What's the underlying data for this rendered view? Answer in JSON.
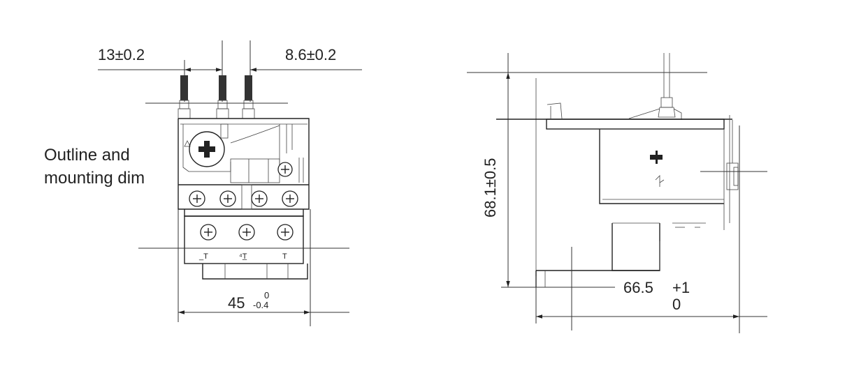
{
  "caption": {
    "line1": "Outline and",
    "line2": "mounting dim"
  },
  "front_view": {
    "dim_left_spacing": "13±0.2",
    "dim_right_spacing": "8.6±0.2",
    "dim_width_main": "45",
    "dim_width_tol_upper": "0",
    "dim_width_tol_lower": "-0.4",
    "terminal_labels": [
      "_T",
      "⁴T̲",
      "T"
    ]
  },
  "side_view": {
    "dim_height": "68.1±0.5",
    "dim_depth_main": "66.5",
    "dim_depth_tol_upper": "+1",
    "dim_depth_tol_lower": "0"
  },
  "colors": {
    "line": "#333333",
    "terminal_pin": "#333333"
  }
}
